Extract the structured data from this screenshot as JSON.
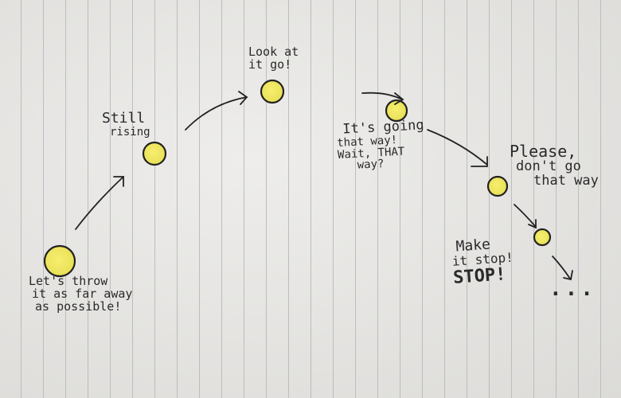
{
  "colors": {
    "ball_fill": "#f2ea5a",
    "ink": "#222222",
    "paper": "#e6e5e2"
  },
  "notes": {
    "start": [
      "Let's throw",
      "it as far away",
      "as possible!"
    ],
    "rising": [
      "Still",
      "rising"
    ],
    "apex": [
      "Look at",
      "it go!"
    ],
    "going": [
      "It's going",
      "that way!",
      "Wait, THAT",
      "way?"
    ],
    "please": [
      "Please,",
      "don't go",
      "that way"
    ],
    "stop": [
      "Make",
      "it stop!",
      "STOP!"
    ],
    "ellipsis": "..."
  }
}
